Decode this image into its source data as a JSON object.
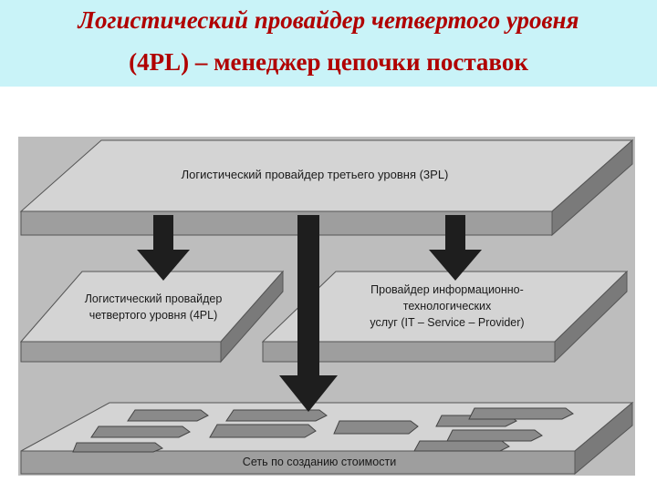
{
  "title": {
    "line1": "Логистический провайдер четвертого уровня",
    "line2": "(4PL) – менеджер цепочки поставок"
  },
  "diagram": {
    "top_plane_label": "Логистический провайдер третьего уровня (3PL)",
    "left_plane_label": [
      "Логистический провайдер",
      "четвертого уровня (4PL)"
    ],
    "right_plane_label": [
      "Провайдер информационно-",
      "технологических",
      "услуг (IT – Service – Provider)"
    ],
    "bottom_plane_label": "Сеть по созданию стоимости"
  },
  "colors": {
    "title_bg": "#c9f3f8",
    "title_text": "#b00000",
    "plane_top": "#d4d4d4",
    "plane_front": "#9e9e9e",
    "plane_side": "#7a7a7a",
    "arrow": "#1e1e1e",
    "diagram_bg": "#bdbdbd"
  }
}
